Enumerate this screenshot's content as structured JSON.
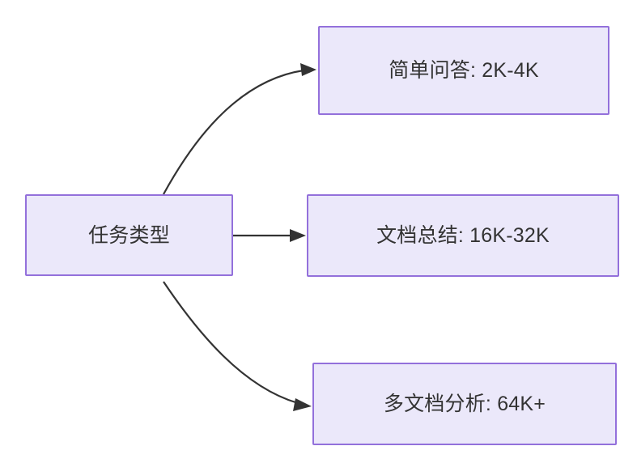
{
  "diagram": {
    "type": "flowchart",
    "direction": "left-to-right",
    "background_color": "#ffffff",
    "node_fill_color": "#ebe8fa",
    "node_border_color": "#9370db",
    "text_color": "#333333",
    "edge_color": "#333333",
    "root": {
      "id": "task-type",
      "label": "任务类型"
    },
    "branches": [
      {
        "id": "simple-qa",
        "label": "简单问答: 2K-4K",
        "edge_style": "curved",
        "arrowhead": "filled-triangle"
      },
      {
        "id": "doc-summary",
        "label": "文档总结: 16K-32K",
        "edge_style": "straight",
        "arrowhead": "filled-triangle"
      },
      {
        "id": "multi-doc-analysis",
        "label": "多文档分析: 64K+",
        "edge_style": "curved",
        "arrowhead": "filled-triangle"
      }
    ]
  }
}
